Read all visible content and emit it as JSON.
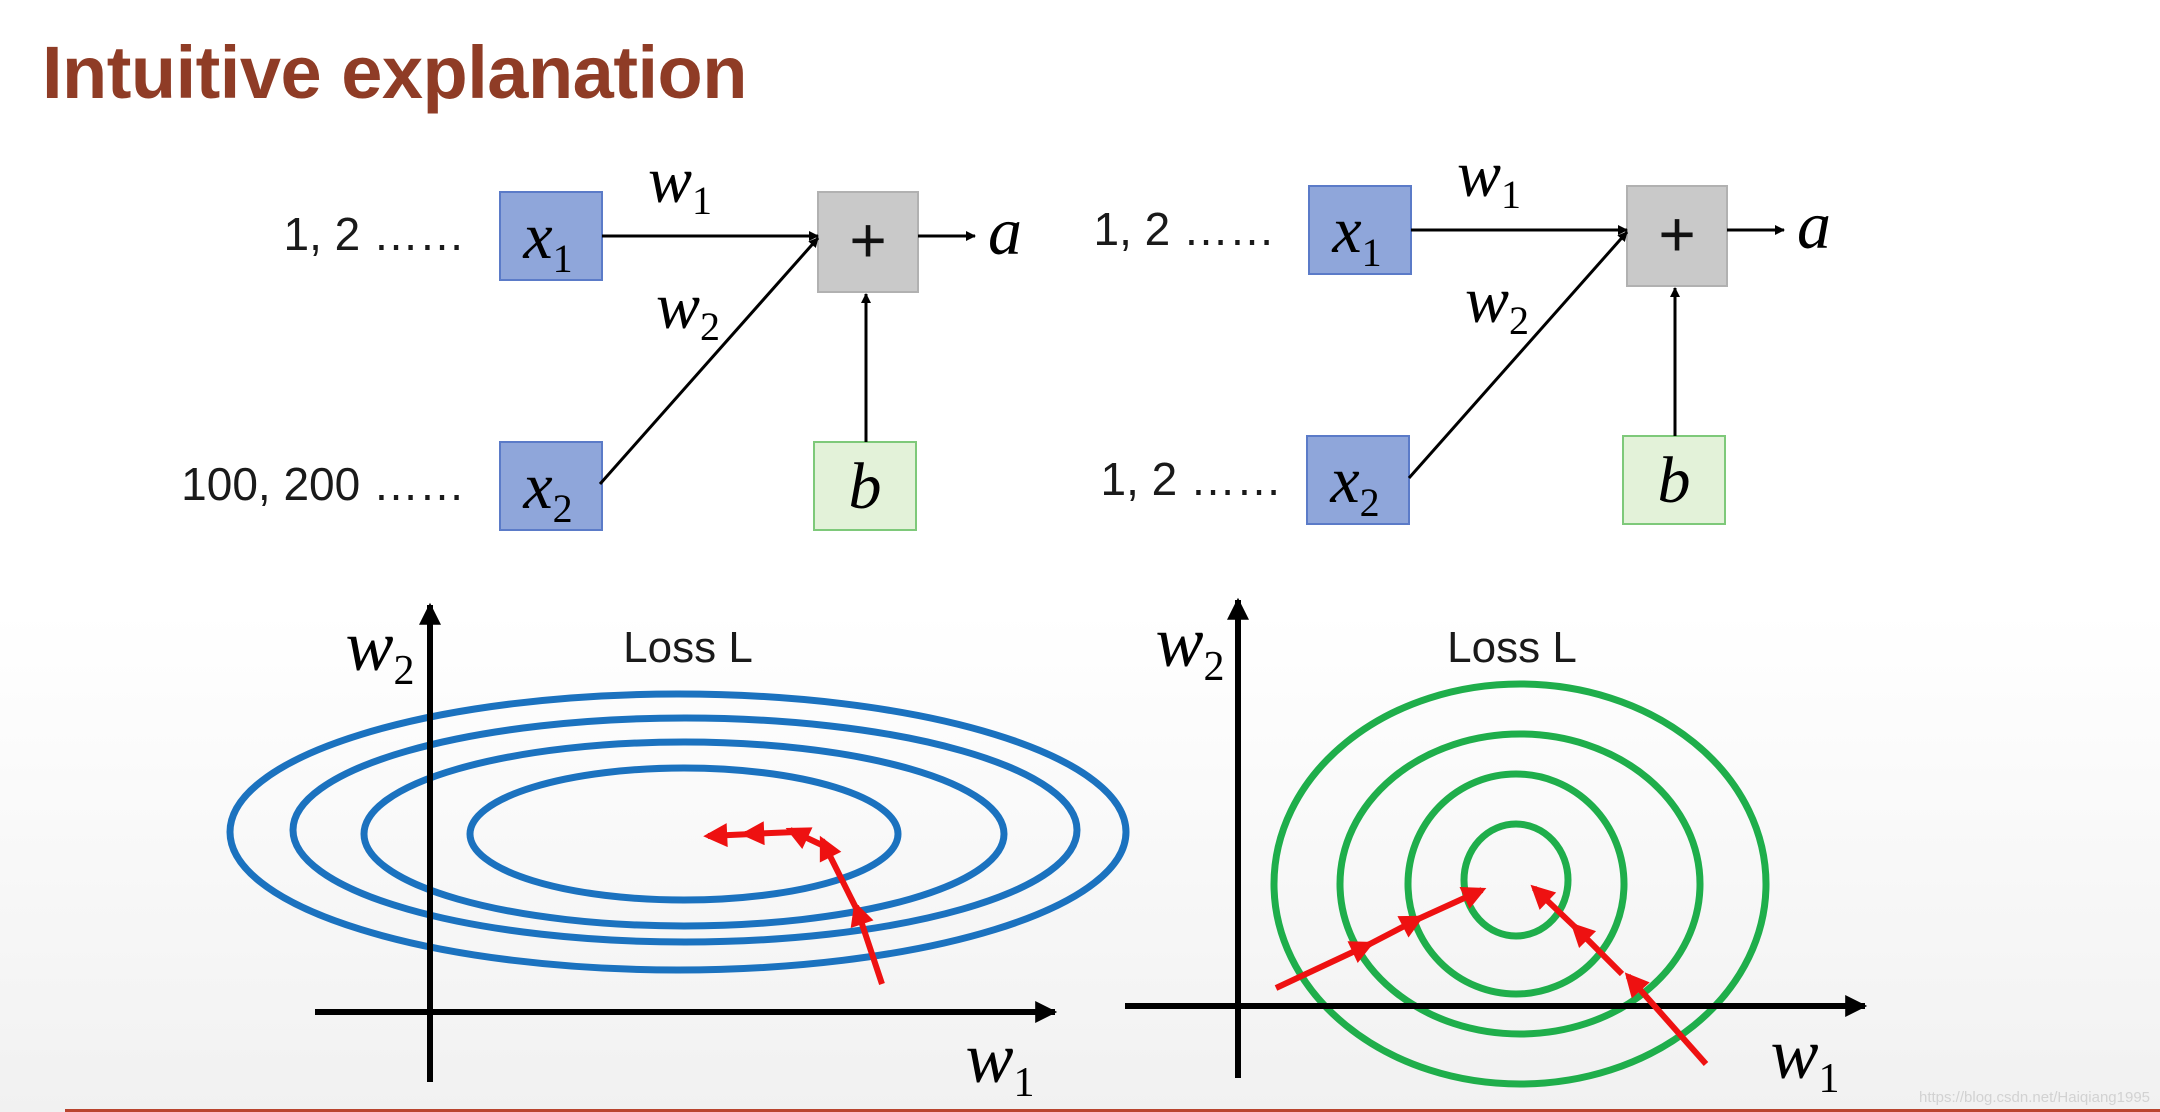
{
  "slide": {
    "title": "Intuitive explanation",
    "watermark": "https://blog.csdn.net/Haiqiang1995"
  },
  "networks": [
    {
      "x1_label": "x",
      "x1_sub": "1",
      "x2_label": "x",
      "x2_sub": "2",
      "w1_label": "w",
      "w1_sub": "1",
      "w2_label": "w",
      "w2_sub": "2",
      "sum_symbol": "+",
      "output_label": "a",
      "bias_label": "b",
      "x1_values": "1, 2 ……",
      "x2_values": "100, 200 ……"
    },
    {
      "x1_label": "x",
      "x1_sub": "1",
      "x2_label": "x",
      "x2_sub": "2",
      "w1_label": "w",
      "w1_sub": "1",
      "w2_label": "w",
      "w2_sub": "2",
      "sum_symbol": "+",
      "output_label": "a",
      "bias_label": "b",
      "x1_values": "1, 2 ……",
      "x2_values": "1, 2 ……"
    }
  ],
  "plots": [
    {
      "title": "Loss L",
      "y_axis_label": "w",
      "y_axis_sub": "2",
      "x_axis_label": "w",
      "x_axis_sub": "1",
      "contour_shape": "ellipse",
      "contour_count": 4
    },
    {
      "title": "Loss L",
      "y_axis_label": "w",
      "y_axis_sub": "2",
      "x_axis_label": "w",
      "x_axis_sub": "1",
      "contour_shape": "circle",
      "contour_count": 4
    }
  ],
  "colors": {
    "title": "#8f3c26",
    "input_box_fill": "#8fa6da",
    "input_box_stroke": "#5b7bc8",
    "sum_box_fill": "#c9c9c9",
    "bias_box_fill": "#e3f2d9",
    "bias_box_stroke": "#7ec97a",
    "ellipse_contour": "#1b72bf",
    "circle_contour": "#1fae4b",
    "gradient_arrow": "#ee1111"
  }
}
